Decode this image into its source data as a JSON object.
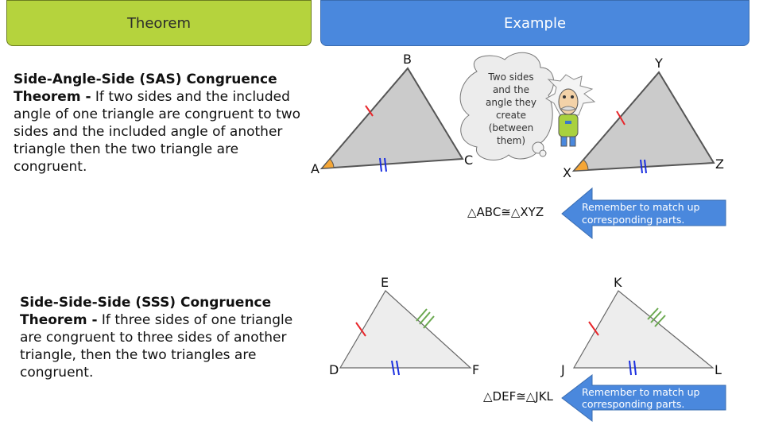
{
  "headers": {
    "theorem": "Theorem",
    "example": "Example"
  },
  "sas": {
    "title": "Side-Angle-Side (SAS) Congruence Theorem -",
    "body": " If two sides and the included angle of one triangle are congruent to two sides and the included angle of another triangle then the two triangle are congruent."
  },
  "sss": {
    "title": "Side-Side-Side (SSS) Congruence Theorem -",
    "body": " If three sides of one triangle are congruent to three sides of another triangle, then the two triangles are congruent."
  },
  "example1": {
    "labels": {
      "A": "A",
      "B": "B",
      "C": "C",
      "X": "X",
      "Y": "Y",
      "Z": "Z"
    },
    "cloud_lines": [
      "Two sides",
      "and the",
      "angle they",
      "create",
      "(between",
      "them)"
    ],
    "congruence": "△ABC≅△XYZ",
    "reminder_lines": [
      "Remember to match up",
      "corresponding parts."
    ]
  },
  "example2": {
    "labels": {
      "D": "D",
      "E": "E",
      "F": "F",
      "J": "J",
      "K": "K",
      "L": "L"
    },
    "congruence": "△DEF≅△JKL",
    "reminder_lines": [
      "Remember to match up",
      "corresponding parts."
    ]
  },
  "colors": {
    "green": "#b5d33d",
    "blue": "#4a88dd",
    "tick_red": "#e8262b",
    "tick_blue": "#1a2fe0",
    "tick_green": "#6aa84f",
    "angle": "#f5a636"
  }
}
